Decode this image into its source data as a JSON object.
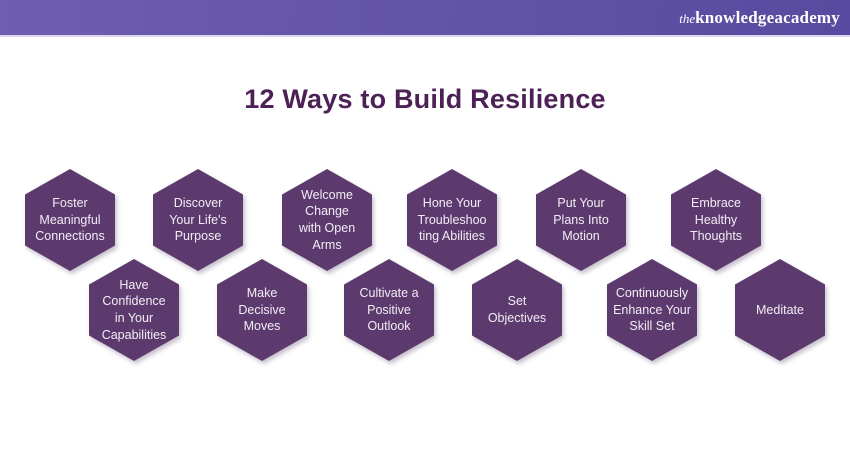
{
  "header": {
    "logo": {
      "prefix": "the",
      "word1": "knowledge",
      "word2": "academy"
    }
  },
  "title": "12 Ways to Build Resilience",
  "colors": {
    "header_gradient_start": "#6f5db2",
    "header_gradient_end": "#584aa0",
    "header_bottom_line": "#dcd7ef",
    "title_color": "#4d2156",
    "hexagon_fill": "#5d3a6e",
    "hexagon_text": "#f2edf5",
    "background": "#ffffff"
  },
  "hexagons": [
    {
      "label": "Foster\nMeaningful\nConnections"
    },
    {
      "label": "Discover\nYour Life's\nPurpose"
    },
    {
      "label": "Welcome\nChange\nwith Open\nArms"
    },
    {
      "label": "Hone Your\nTroubleshoo\nting Abilities"
    },
    {
      "label": "Put Your\nPlans Into\nMotion"
    },
    {
      "label": "Embrace\nHealthy\nThoughts"
    },
    {
      "label": "Have\nConfidence\nin Your\nCapabilities"
    },
    {
      "label": "Make\nDecisive\nMoves"
    },
    {
      "label": "Cultivate a\nPositive\nOutlook"
    },
    {
      "label": "Set\nObjectives"
    },
    {
      "label": "Continuously\nEnhance Your\nSkill Set"
    },
    {
      "label": "Meditate"
    }
  ]
}
